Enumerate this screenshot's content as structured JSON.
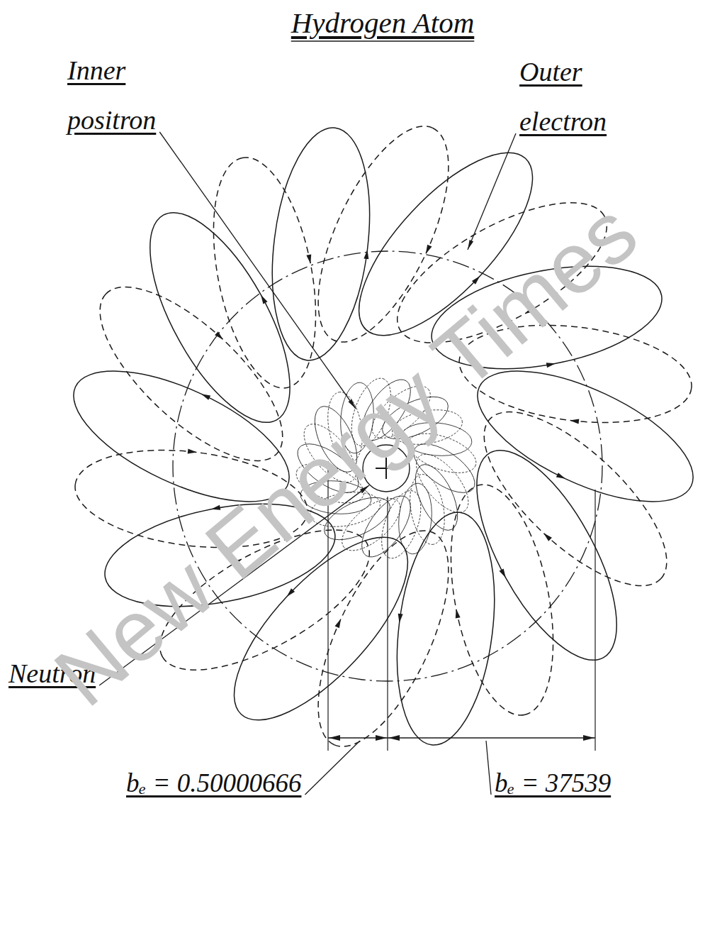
{
  "diagram": {
    "title": "Hydrogen Atom",
    "labels": [
      "Inner positron",
      "Outer electron",
      "Neutron",
      "bₑ = 0.50000666",
      "bₑ = 37539",
      "New Energy Times"
    ]
  }
}
